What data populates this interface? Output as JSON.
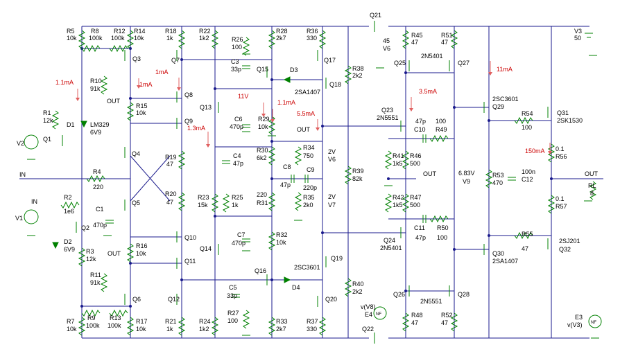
{
  "title": "",
  "colors": {
    "wire": "#1a1a8c",
    "component": "#008000",
    "label": "#000000",
    "annotation": "#cc0000"
  },
  "labels": {
    "R5": "R5",
    "R5v": "10k",
    "R8": "R8",
    "R8v": "100k",
    "R12": "R12",
    "R12v": "100k",
    "R14": "R14",
    "R14v": "10k",
    "Q3": "Q3",
    "R10": "R10",
    "R10v": "91k",
    "OUT1": "OUT",
    "R18": "R18",
    "R18v": "1k",
    "Q7": "Q7",
    "R22": "R22",
    "R22v": "1k2",
    "R26": "R26",
    "R26v": "100",
    "R28": "R28",
    "R28v": "2k7",
    "R36": "R36",
    "R36v": "330",
    "Q21": "Q21",
    "R45": "R45",
    "R45v": "47",
    "R51": "R51",
    "R51v": "47",
    "V3": "V3",
    "V3v": "50",
    "V6": "V6",
    "V6v": "45",
    "Q15": "Q15",
    "D3": "D3",
    "Q17": "Q17",
    "C3": "C3",
    "C3v": "33p",
    "R38": "R38",
    "R38v": "2k2",
    "Q25": "Q25",
    "N5401a": "2N5401",
    "Q27": "Q27",
    "Q8": "Q8",
    "R15": "R15",
    "R15v": "10k",
    "Q13": "Q13",
    "SA1407a": "2SA1407",
    "Q18": "Q18",
    "R1": "R1",
    "R1v": "12k",
    "D1": "D1",
    "LM329": "LM329",
    "D1v": "6V9",
    "C6": "C6",
    "C6v": "470p",
    "R29": "R29",
    "R29v": "10k",
    "Q23": "Q23",
    "N5551a": "2N5551",
    "SC3601a": "2SC3601",
    "Q29": "Q29",
    "R54": "R54",
    "R54v": "100",
    "Q31": "Q31",
    "SK1530": "2SK1530",
    "V2": "V2",
    "Q1": "Q1",
    "Q9": "Q9",
    "OUT2": "OUT",
    "C10": "C10",
    "C10v": "47p",
    "R49": "R49",
    "R49v": "100",
    "Q4": "Q4",
    "R19": "R19",
    "R19v": "47",
    "C4": "C4",
    "C4v": "47p",
    "R30": "R30",
    "R30v": "6k2",
    "R34": "R34",
    "R34v": "750",
    "V6b": "V6",
    "V6bv": "2V",
    "R41": "R41",
    "R41v": "1k5",
    "R46": "R46",
    "R46v": "500",
    "R56": "R56",
    "R56v": "0.1",
    "IN1": "IN",
    "R4": "R4",
    "R4v": "220",
    "C8": "C8",
    "C8v": "47p",
    "C9": "C9",
    "C9v": "220p",
    "R39": "R39",
    "R39v": "82k",
    "OUT3": "OUT",
    "V9": "V9",
    "V9v": "6.83V",
    "C12": "C12",
    "C12v": "100n",
    "R53": "R53",
    "R53v": "470",
    "OUT4": "OUT",
    "RL": "RL",
    "RLv": "8",
    "R20": "R20",
    "R20v": "47",
    "R23": "R23",
    "R23v": "15k",
    "R25": "R25",
    "R25v": "1k",
    "R31v": "220",
    "R31": "R31",
    "R35": "R35",
    "R35v": "2k0",
    "V7": "V7",
    "V7v": "2V",
    "R42": "R42",
    "R42v": "1k5",
    "R47": "R47",
    "R47v": "500",
    "R57": "R57",
    "R57v": "0.1",
    "IN2": "IN",
    "R2": "R2",
    "R2v": "1e6",
    "C1": "C1",
    "C1v": "470p",
    "Q5": "Q5",
    "V1": "V1",
    "Q2": "Q2",
    "C11": "C11",
    "C11v": "47p",
    "R50": "R50",
    "R50v": "100",
    "Q10": "Q10",
    "C7": "C7",
    "C7v": "470p",
    "R32": "R32",
    "R32v": "10k",
    "Q24": "Q24",
    "N5401b": "2N5401",
    "R55": "R55",
    "R55v": "47",
    "SJ201": "2SJ201",
    "Q32": "Q32",
    "D2": "D2",
    "D2v": "6V9",
    "R3": "R3",
    "R3v": "12k",
    "R16": "R16",
    "R16v": "10k",
    "OUT5": "OUT",
    "Q14": "Q14",
    "Q30": "Q30",
    "SA1407b": "2SA1407",
    "Q11": "Q11",
    "R11": "R11",
    "R11v": "91k",
    "Q16": "Q16",
    "SC3601b": "2SC3601",
    "Q19": "Q19",
    "D4": "D4",
    "C5": "C5",
    "C5v": "33p",
    "Q12": "Q12",
    "R40": "R40",
    "R40v": "2k2",
    "Q26": "Q26",
    "N5551b": "2N5551",
    "Q28": "Q28",
    "Q6": "Q6",
    "R27": "R27",
    "R27v": "100",
    "Q20": "Q20",
    "R48": "R48",
    "R48v": "47",
    "R52": "R52",
    "R52v": "47",
    "R7": "R7",
    "R7v": "10k",
    "R9": "R9",
    "R9v": "100k",
    "R13": "R13",
    "R13v": "100k",
    "R17": "R17",
    "R17v": "10k",
    "R21": "R21",
    "R21v": "1k",
    "R24": "R24",
    "R24v": "1k2",
    "R33": "R33",
    "R33v": "2k7",
    "R37": "R37",
    "R37v": "330",
    "E4": "E4",
    "E4fn": "v(V8)",
    "NF": "NF",
    "Q22": "Q22",
    "E3": "E3",
    "E3fn": "v(V3)",
    "NF2": "NF"
  },
  "annotations": {
    "a1": "1.1mA",
    "a2": "1mA",
    "a3": "1mA",
    "a4": "1.3mA",
    "a5": "11V",
    "a6": "1.1mA",
    "a7": "5.5mA",
    "a8": "3.5mA",
    "a9": "11mA",
    "a10": "150mA"
  }
}
